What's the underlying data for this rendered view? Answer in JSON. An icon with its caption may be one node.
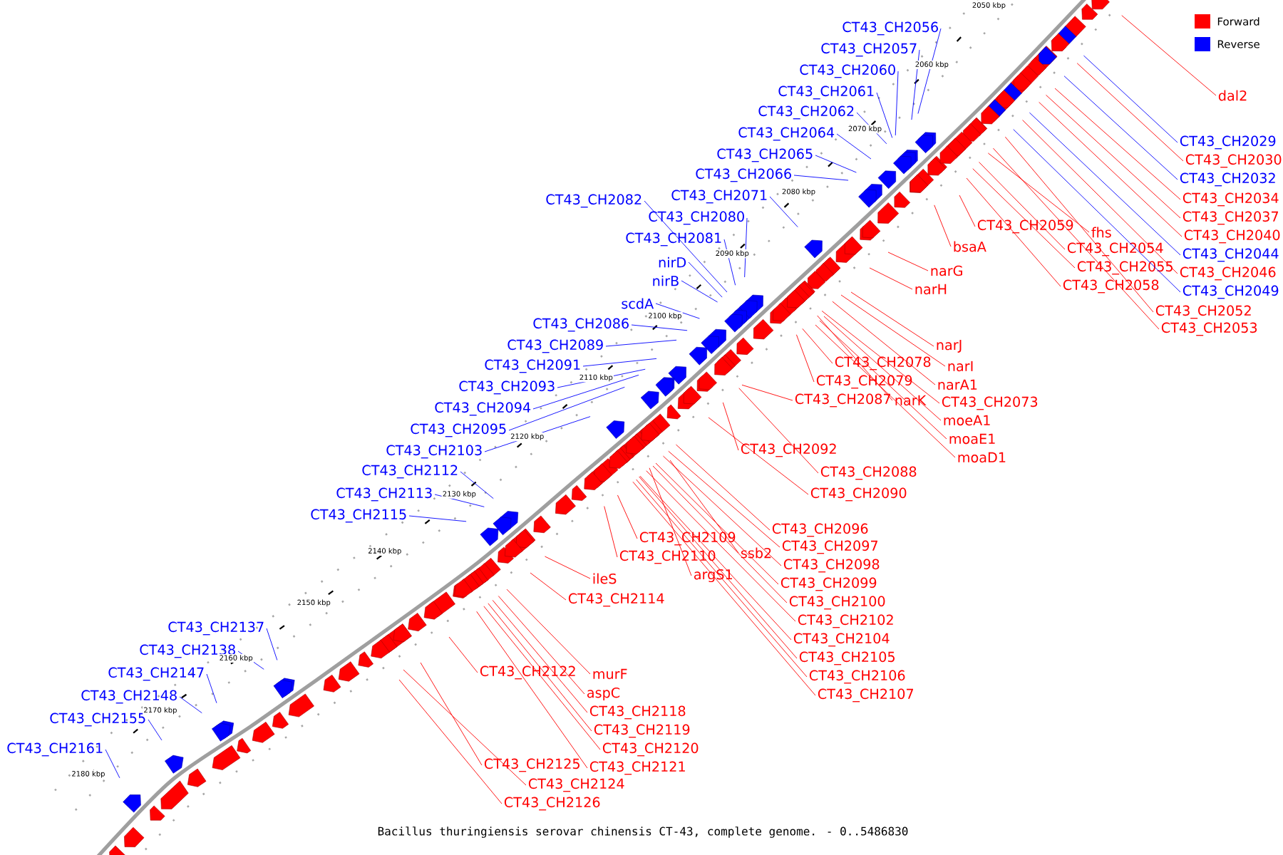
{
  "diagram": {
    "caption": "Bacillus thuringiensis serovar chinensis CT-43, complete genome. - 0..5486830",
    "nodes": [
      {
        "text": [
          "CT43_CH2056"
        ]
      },
      {
        "text": [
          "CT43_CH2057"
        ]
      },
      {
        "text": [
          "CT43_CH2060"
        ]
      },
      {
        "text": [
          "CT43_CH2061"
        ]
      },
      {
        "text": [
          "CT43_CH2062"
        ]
      },
      {
        "text": [
          "CT43_CH2064"
        ]
      },
      {
        "text": [
          "CT43_CH2065"
        ]
      },
      {
        "text": [
          "CT43_CH2066"
        ]
      },
      {
        "text": [
          "CT43_CH2071"
        ]
      },
      {
        "text": [
          "CT43_CH2082"
        ]
      },
      {
        "text": [
          "CT43_CH2080"
        ]
      },
      {
        "text": [
          "CT43_CH2081"
        ]
      },
      {
        "text": [
          "nirD"
        ]
      },
      {
        "text": [
          "nirB"
        ]
      },
      {
        "text": [
          "scdA"
        ]
      },
      {
        "text": [
          "CT43_CH2086"
        ]
      },
      {
        "text": [
          "CT43_CH2089"
        ]
      },
      {
        "text": [
          "CT43_CH2091"
        ]
      },
      {
        "text": [
          "CT43_CH2093"
        ]
      },
      {
        "text": [
          "CT43_CH2094"
        ]
      },
      {
        "text": [
          "CT43_CH2095"
        ]
      },
      {
        "text": [
          "CT43_CH2103"
        ]
      },
      {
        "text": [
          "CT43_CH2112"
        ]
      },
      {
        "text": [
          "CT43_CH2113"
        ]
      },
      {
        "text": [
          "CT43_CH2115"
        ]
      },
      {
        "text": [
          "CT43_CH2137"
        ]
      },
      {
        "text": [
          "CT43_CH2138"
        ]
      },
      {
        "text": [
          "CT43_CH2147"
        ]
      },
      {
        "text": [
          "CT43_CH2148"
        ]
      },
      {
        "text": [
          "CT43_CH2155"
        ]
      },
      {
        "text": [
          "CT43_CH2161"
        ]
      },
      {
        "text": [
          "dal2"
        ]
      },
      {
        "text": [
          "CT43_CH2029"
        ]
      },
      {
        "text": [
          "CT43_CH2030"
        ]
      },
      {
        "text": [
          "CT43_CH2032"
        ]
      },
      {
        "text": [
          "CT43_CH2034"
        ]
      },
      {
        "text": [
          "CT43_CH2037"
        ]
      },
      {
        "text": [
          "CT43_CH2040"
        ]
      },
      {
        "text": [
          "CT43_CH2044"
        ]
      },
      {
        "text": [
          "CT43_CH2046"
        ]
      },
      {
        "text": [
          "CT43_CH2049"
        ]
      },
      {
        "text": [
          "CT43_CH2052"
        ]
      },
      {
        "text": [
          "CT43_CH2053"
        ]
      },
      {
        "text": [
          "CT43_CH2059"
        ]
      },
      {
        "text": [
          "fhs"
        ]
      },
      {
        "text": [
          "CT43_CH2054"
        ]
      },
      {
        "text": [
          "CT43_CH2055"
        ]
      },
      {
        "text": [
          "CT43_CH2058"
        ]
      },
      {
        "text": [
          "bsaA"
        ]
      },
      {
        "text": [
          "narG"
        ]
      },
      {
        "text": [
          "narH"
        ]
      },
      {
        "text": [
          "narJ"
        ]
      },
      {
        "text": [
          "narI"
        ]
      },
      {
        "text": [
          "narA1"
        ]
      },
      {
        "text": [
          "CT43_CH2073"
        ]
      },
      {
        "text": [
          "narK"
        ]
      },
      {
        "text": [
          "CT43_CH2078"
        ]
      },
      {
        "text": [
          "CT43_CH2079"
        ]
      },
      {
        "text": [
          "CT43_CH2087"
        ]
      },
      {
        "text": [
          "moeA1"
        ]
      },
      {
        "text": [
          "moaE1"
        ]
      },
      {
        "text": [
          "moaD1"
        ]
      },
      {
        "text": [
          "CT43_CH2092"
        ]
      },
      {
        "text": [
          "CT43_CH2088"
        ]
      },
      {
        "text": [
          "CT43_CH2090"
        ]
      },
      {
        "text": [
          "CT43_CH2096"
        ]
      },
      {
        "text": [
          "CT43_CH2097"
        ]
      },
      {
        "text": [
          "CT43_CH2098"
        ]
      },
      {
        "text": [
          "CT43_CH2099"
        ]
      },
      {
        "text": [
          "CT43_CH2100"
        ]
      },
      {
        "text": [
          "CT43_CH2102"
        ]
      },
      {
        "text": [
          "CT43_CH2104"
        ]
      },
      {
        "text": [
          "CT43_CH2105"
        ]
      },
      {
        "text": [
          "CT43_CH2106"
        ]
      },
      {
        "text": [
          "CT43_CH2107"
        ]
      },
      {
        "text": [
          "CT43_CH2109"
        ]
      },
      {
        "text": [
          "ssb2"
        ]
      },
      {
        "text": [
          "CT43_CH2110"
        ]
      },
      {
        "text": [
          "argS1"
        ]
      },
      {
        "text": [
          "ileS"
        ]
      },
      {
        "text": [
          "CT43_CH2114"
        ]
      },
      {
        "text": [
          "CT43_CH2122"
        ]
      },
      {
        "text": [
          "murF"
        ]
      },
      {
        "text": [
          "aspC"
        ]
      },
      {
        "text": [
          "CT43_CH2118"
        ]
      },
      {
        "text": [
          "CT43_CH2119"
        ]
      },
      {
        "text": [
          "CT43_CH2120"
        ]
      },
      {
        "text": [
          "CT43_CH2121"
        ]
      },
      {
        "text": [
          "CT43_CH2125"
        ]
      },
      {
        "text": [
          "CT43_CH2124"
        ]
      },
      {
        "text": [
          "CT43_CH2126"
        ]
      }
    ],
    "edges": [
      {
        "from": 0,
        "to": null,
        "arrow": "none",
        "color": "#0000ff"
      },
      {
        "from": 1,
        "to": null,
        "arrow": "none",
        "color": "#0000ff"
      },
      {
        "from": 2,
        "to": null,
        "arrow": "none",
        "color": "#0000ff"
      },
      {
        "from": 3,
        "to": null,
        "arrow": "none",
        "color": "#0000ff"
      },
      {
        "from": 4,
        "to": null,
        "arrow": "none",
        "color": "#0000ff"
      },
      {
        "from": 5,
        "to": null,
        "arrow": "none",
        "color": "#0000ff"
      },
      {
        "from": 6,
        "to": null,
        "arrow": "none",
        "color": "#0000ff"
      },
      {
        "from": 7,
        "to": null,
        "arrow": "none",
        "color": "#0000ff"
      },
      {
        "from": 8,
        "to": null,
        "arrow": "none",
        "color": "#0000ff"
      },
      {
        "from": 9,
        "to": null,
        "arrow": "none",
        "color": "#0000ff"
      },
      {
        "from": 10,
        "to": null,
        "arrow": "none",
        "color": "#0000ff"
      },
      {
        "from": 11,
        "to": null,
        "arrow": "none",
        "color": "#0000ff"
      },
      {
        "from": 12,
        "to": null,
        "arrow": "none",
        "color": "#0000ff"
      },
      {
        "from": 13,
        "to": null,
        "arrow": "none",
        "color": "#0000ff"
      },
      {
        "from": 14,
        "to": null,
        "arrow": "none",
        "color": "#0000ff"
      },
      {
        "from": 15,
        "to": null,
        "arrow": "none",
        "color": "#0000ff"
      },
      {
        "from": 16,
        "to": null,
        "arrow": "none",
        "color": "#0000ff"
      },
      {
        "from": 17,
        "to": null,
        "arrow": "none",
        "color": "#0000ff"
      },
      {
        "from": 18,
        "to": null,
        "arrow": "none",
        "color": "#0000ff"
      },
      {
        "from": 19,
        "to": null,
        "arrow": "none",
        "color": "#0000ff"
      },
      {
        "from": 20,
        "to": null,
        "arrow": "none",
        "color": "#0000ff"
      },
      {
        "from": 21,
        "to": null,
        "arrow": "none",
        "color": "#0000ff"
      },
      {
        "from": 22,
        "to": null,
        "arrow": "none",
        "color": "#0000ff"
      },
      {
        "from": 23,
        "to": null,
        "arrow": "none",
        "color": "#0000ff"
      },
      {
        "from": 24,
        "to": null,
        "arrow": "none",
        "color": "#0000ff"
      },
      {
        "from": 25,
        "to": null,
        "arrow": "none",
        "color": "#0000ff"
      },
      {
        "from": 26,
        "to": null,
        "arrow": "none",
        "color": "#0000ff"
      },
      {
        "from": 27,
        "to": null,
        "arrow": "none",
        "color": "#0000ff"
      },
      {
        "from": 28,
        "to": null,
        "arrow": "none",
        "color": "#0000ff"
      },
      {
        "from": 29,
        "to": null,
        "arrow": "none",
        "color": "#0000ff"
      },
      {
        "from": 30,
        "to": null,
        "arrow": "none",
        "color": "#0000ff"
      },
      {
        "from": 31,
        "to": null,
        "arrow": "none"
      },
      {
        "from": 32,
        "to": null,
        "arrow": "none",
        "color": "#0000ff"
      },
      {
        "from": 33,
        "to": null,
        "arrow": "none"
      },
      {
        "from": 34,
        "to": null,
        "arrow": "none",
        "color": "#0000ff"
      },
      {
        "from": 35,
        "to": null,
        "arrow": "none"
      },
      {
        "from": 36,
        "to": null,
        "arrow": "none"
      },
      {
        "from": 37,
        "to": null,
        "arrow": "none"
      },
      {
        "from": 38,
        "to": null,
        "arrow": "none",
        "color": "#0000ff"
      },
      {
        "from": 39,
        "to": null,
        "arrow": "none"
      },
      {
        "from": 40,
        "to": null,
        "arrow": "none",
        "color": "#0000ff"
      },
      {
        "from": 41,
        "to": null,
        "arrow": "none"
      },
      {
        "from": 42,
        "to": null,
        "arrow": "none"
      },
      {
        "from": 43,
        "to": null,
        "arrow": "none"
      },
      {
        "from": 44,
        "to": null,
        "arrow": "none"
      },
      {
        "from": 45,
        "to": null,
        "arrow": "none"
      },
      {
        "from": 46,
        "to": null,
        "arrow": "none"
      },
      {
        "from": 47,
        "to": null,
        "arrow": "none"
      },
      {
        "from": 48,
        "to": null,
        "arrow": "none"
      },
      {
        "from": 49,
        "to": null,
        "arrow": "none"
      },
      {
        "from": 50,
        "to": null,
        "arrow": "none"
      },
      {
        "from": 51,
        "to": null,
        "arrow": "none"
      },
      {
        "from": 52,
        "to": null,
        "arrow": "none"
      },
      {
        "from": 53,
        "to": null,
        "arrow": "none"
      },
      {
        "from": 54,
        "to": null,
        "arrow": "none"
      },
      {
        "from": 55,
        "to": null,
        "arrow": "none"
      },
      {
        "from": 56,
        "to": null,
        "arrow": "none"
      },
      {
        "from": 57,
        "to": null,
        "arrow": "none"
      },
      {
        "from": 58,
        "to": null,
        "arrow": "none"
      },
      {
        "from": 59,
        "to": null,
        "arrow": "none"
      },
      {
        "from": 60,
        "to": null,
        "arrow": "none"
      },
      {
        "from": 61,
        "to": null,
        "arrow": "none"
      },
      {
        "from": 62,
        "to": null,
        "arrow": "none"
      },
      {
        "from": 63,
        "to": null,
        "arrow": "none"
      },
      {
        "from": 64,
        "to": null,
        "arrow": "none"
      },
      {
        "from": 65,
        "to": null,
        "arrow": "none"
      },
      {
        "from": 66,
        "to": null,
        "arrow": "none"
      },
      {
        "from": 67,
        "to": null,
        "arrow": "none"
      },
      {
        "from": 68,
        "to": null,
        "arrow": "none"
      },
      {
        "from": 69,
        "to": null,
        "arrow": "none"
      },
      {
        "from": 70,
        "to": null,
        "arrow": "none"
      },
      {
        "from": 71,
        "to": null,
        "arrow": "none"
      },
      {
        "from": 72,
        "to": null,
        "arrow": "none"
      },
      {
        "from": 73,
        "to": null,
        "arrow": "none"
      },
      {
        "from": 74,
        "to": null,
        "arrow": "none"
      },
      {
        "from": 75,
        "to": null,
        "arrow": "none"
      },
      {
        "from": 76,
        "to": null,
        "arrow": "none"
      },
      {
        "from": 77,
        "to": null,
        "arrow": "none"
      },
      {
        "from": 78,
        "to": null,
        "arrow": "none"
      },
      {
        "from": 79,
        "to": null,
        "arrow": "none"
      },
      {
        "from": 80,
        "to": null,
        "arrow": "none"
      },
      {
        "from": 81,
        "to": null,
        "arrow": "none"
      },
      {
        "from": 82,
        "to": null,
        "arrow": "none"
      },
      {
        "from": 83,
        "to": null,
        "arrow": "none"
      },
      {
        "from": 84,
        "to": null,
        "arrow": "none"
      },
      {
        "from": 85,
        "to": null,
        "arrow": "none"
      },
      {
        "from": 86,
        "to": null,
        "arrow": "none"
      },
      {
        "from": 87,
        "to": null,
        "arrow": "none"
      },
      {
        "from": 88,
        "to": null,
        "arrow": "none"
      },
      {
        "from": 89,
        "to": null,
        "arrow": "none"
      },
      {
        "from": 90,
        "to": null,
        "arrow": "none"
      }
    ],
    "labels": [
      "2050 kbp",
      "2060 kbp",
      "2070 kbp",
      "2080 kbp",
      "2090 kbp",
      "2100 kbp",
      "2110 kbp",
      "2120 kbp",
      "2130 kbp",
      "2140 kbp",
      "2150 kbp",
      "2160 kbp",
      "2170 kbp",
      "2180 kbp"
    ],
    "legend": [
      {
        "text": "Forward",
        "color": "#ff0000"
      },
      {
        "text": "Reverse",
        "color": "#0000ff"
      }
    ]
  }
}
